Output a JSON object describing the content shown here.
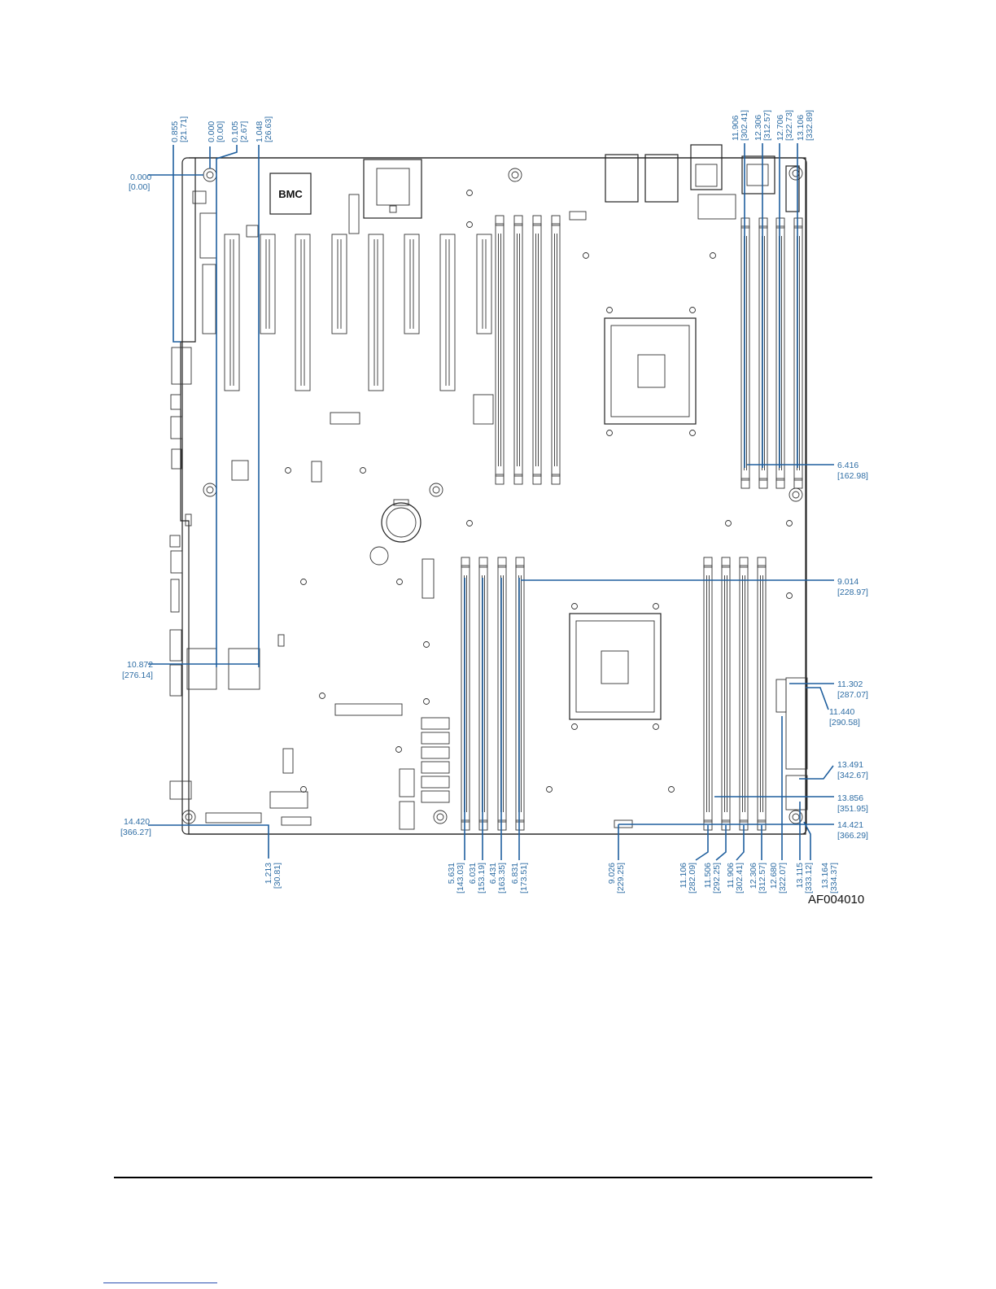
{
  "figure": {
    "figure_id": "AF004010",
    "board_labels": {
      "bmc_chip": "BMC"
    },
    "dimensions": {
      "top_left": [
        {
          "in": "0.855",
          "mm": "[21.71]"
        },
        {
          "in": "0.000",
          "mm": "[0.00]"
        },
        {
          "in": "0.105",
          "mm": "[2.67]"
        },
        {
          "in": "1.048",
          "mm": "[26.63]"
        }
      ],
      "top_right": [
        {
          "in": "11.906",
          "mm": "[302.41]"
        },
        {
          "in": "12.306",
          "mm": "[312.57]"
        },
        {
          "in": "12.706",
          "mm": "[322.73]"
        },
        {
          "in": "13.106",
          "mm": "[332.89]"
        }
      ],
      "left": [
        {
          "in": "0.000",
          "mm": "[0.00]"
        },
        {
          "in": "10.872",
          "mm": "[276.14]"
        },
        {
          "in": "14.420",
          "mm": "[366.27]"
        }
      ],
      "right": [
        {
          "in": "6.416",
          "mm": "[162.98]"
        },
        {
          "in": "9.014",
          "mm": "[228.97]"
        },
        {
          "in": "11.302",
          "mm": "[287.07]"
        },
        {
          "in": "11.440",
          "mm": "[290.58]"
        },
        {
          "in": "13.491",
          "mm": "[342.67]"
        },
        {
          "in": "13.856",
          "mm": "[351.95]"
        },
        {
          "in": "14.421",
          "mm": "[366.29]"
        }
      ],
      "bottom_left": [
        {
          "in": "1.213",
          "mm": "[30.81]"
        }
      ],
      "bottom_mid": [
        {
          "in": "5.631",
          "mm": "[143.03]"
        },
        {
          "in": "6.031",
          "mm": "[153.19]"
        },
        {
          "in": "6.431",
          "mm": "[163.35]"
        },
        {
          "in": "6.831",
          "mm": "[173.51]"
        }
      ],
      "bottom_center": [
        {
          "in": "9.026",
          "mm": "[229.25]"
        }
      ],
      "bottom_right": [
        {
          "in": "11.106",
          "mm": "[282.09]"
        },
        {
          "in": "11.506",
          "mm": "[292.25]"
        },
        {
          "in": "11.906",
          "mm": "[302.41]"
        },
        {
          "in": "12.306",
          "mm": "[312.57]"
        },
        {
          "in": "12.680",
          "mm": "[322.07]"
        },
        {
          "in": "13.115",
          "mm": "[333.12]"
        },
        {
          "in": "13.164",
          "mm": "[334.37]"
        }
      ]
    }
  }
}
